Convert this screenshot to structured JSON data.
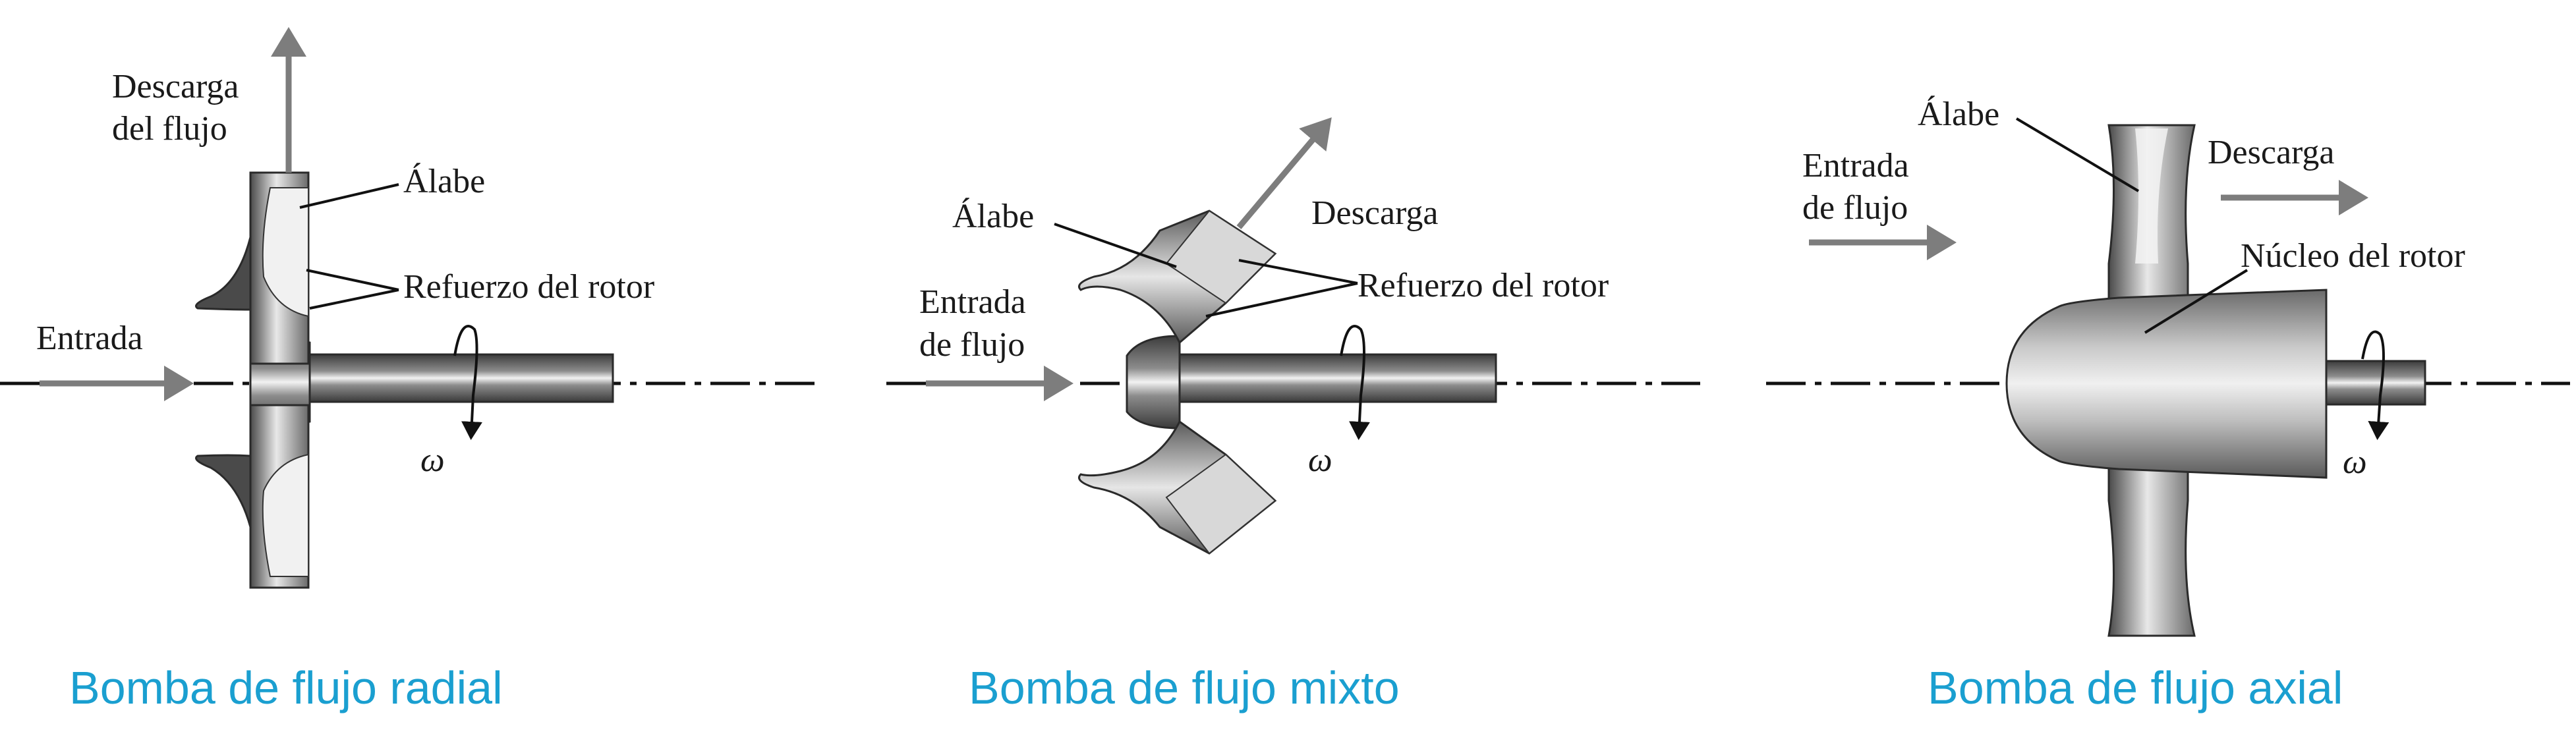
{
  "colors": {
    "caption": "#1a9fd0",
    "metal_dark": "#4a4a4a",
    "metal_light": "#e6e6e6",
    "arrow_gray": "#7d7d7d"
  },
  "radial": {
    "label_discharge_line1": "Descarga",
    "label_discharge_line2": "del flujo",
    "label_blade": "Álabe",
    "label_shroud": "Refuerzo del rotor",
    "label_inlet": "Entrada",
    "label_omega": "ω",
    "caption": "Bomba de flujo radial"
  },
  "mixed": {
    "label_blade": "Álabe",
    "label_discharge": "Descarga",
    "label_shroud": "Refuerzo del rotor",
    "label_inlet_line1": "Entrada",
    "label_inlet_line2": "de flujo",
    "label_omega": "ω",
    "caption": "Bomba de flujo mixto"
  },
  "axial": {
    "label_blade": "Álabe",
    "label_inlet_line1": "Entrada",
    "label_inlet_line2": "de flujo",
    "label_discharge": "Descarga",
    "label_hub": "Núcleo del rotor",
    "label_omega": "ω",
    "caption": "Bomba de flujo axial"
  }
}
